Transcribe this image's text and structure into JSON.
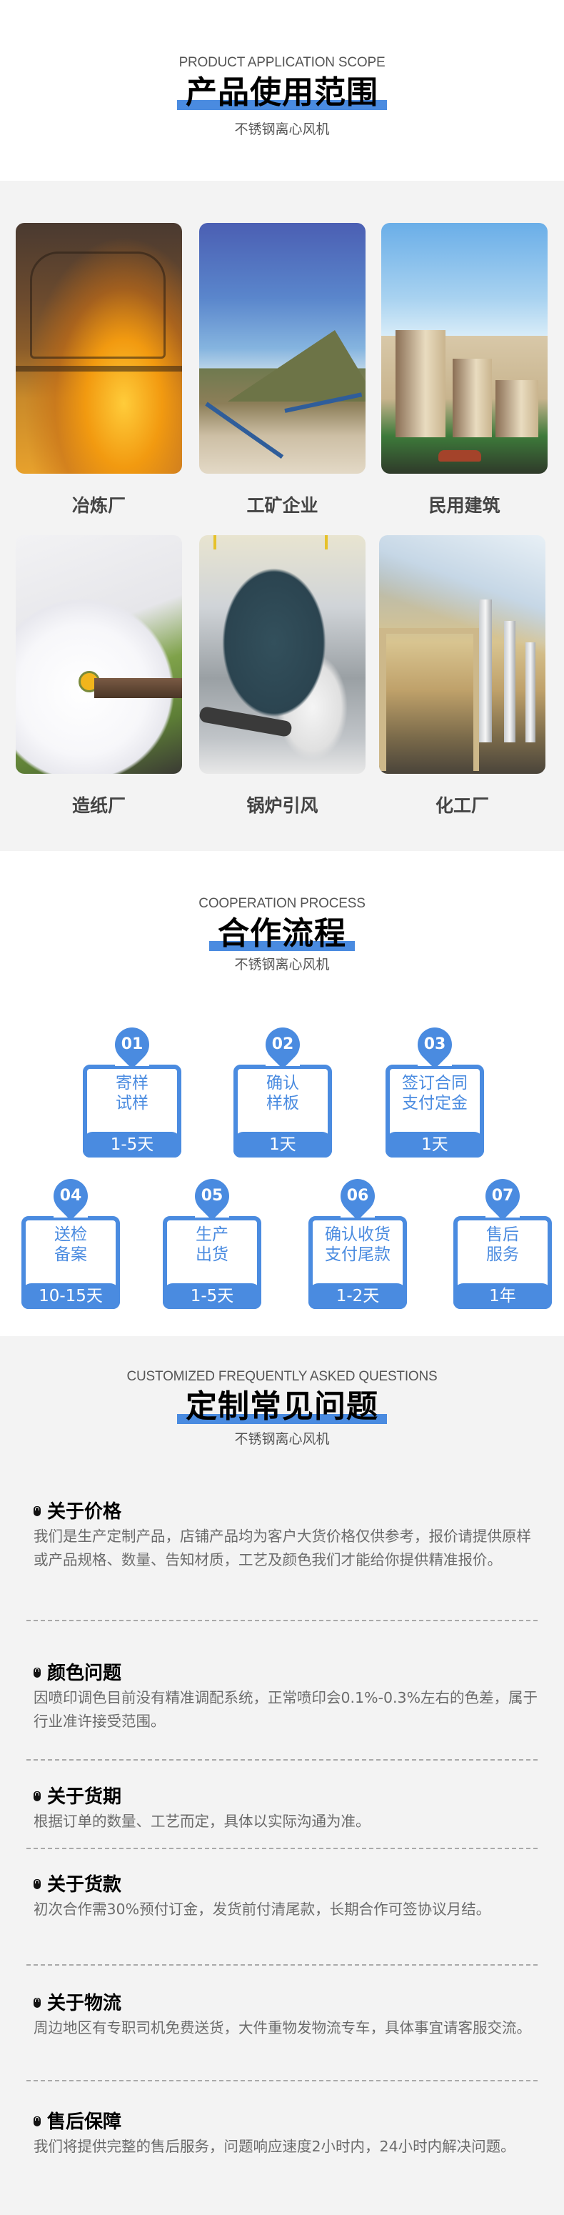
{
  "scope": {
    "en_title": "PRODUCT APPLICATION SCOPE",
    "title": "产品使用范围",
    "subtitle": "不锈钢离心风机",
    "applications": [
      {
        "label": "冶炼厂",
        "image": "smelter-photo"
      },
      {
        "label": "工矿企业",
        "image": "mining-photo"
      },
      {
        "label": "民用建筑",
        "image": "residential-building-photo"
      },
      {
        "label": "造纸厂",
        "image": "paper-mill-photo"
      },
      {
        "label": "锅炉引风",
        "image": "boiler-draft-photo"
      },
      {
        "label": "化工厂",
        "image": "chemical-plant-photo"
      }
    ]
  },
  "process": {
    "en_title": "COOPERATION PROCESS",
    "title": "合作流程",
    "subtitle": "不锈钢离心风机",
    "steps": [
      {
        "num": "01",
        "line1": "寄样",
        "line2": "试样",
        "duration": "1-5天"
      },
      {
        "num": "02",
        "line1": "确认",
        "line2": "样板",
        "duration": "1天"
      },
      {
        "num": "03",
        "line1": "签订合同",
        "line2": "支付定金",
        "duration": "1天"
      },
      {
        "num": "04",
        "line1": "送检",
        "line2": "备案",
        "duration": "10-15天"
      },
      {
        "num": "05",
        "line1": "生产",
        "line2": "出货",
        "duration": "1-5天"
      },
      {
        "num": "06",
        "line1": "确认收货",
        "line2": "支付尾款",
        "duration": "1-2天"
      },
      {
        "num": "07",
        "line1": "售后",
        "line2": "服务",
        "duration": "1年"
      }
    ]
  },
  "faq": {
    "en_title": "CUSTOMIZED FREQUENTLY ASKED QUESTIONS",
    "title": "定制常见问题",
    "subtitle": "不锈钢离心风机",
    "items": [
      {
        "q": "关于价格",
        "a": "我们是生产定制产品，店铺产品均为客户大货价格仅供参考，报价请提供原样或产品规格、数量、告知材质，工艺及颜色我们才能给你提供精准报价。"
      },
      {
        "q": "颜色问题",
        "a": "因喷印调色目前没有精准调配系统，正常喷印会0.1%-0.3%左右的色差，属于行业准许接受范围。"
      },
      {
        "q": "关于货期",
        "a": "根据订单的数量、工艺而定，具体以实际沟通为准。"
      },
      {
        "q": "关于货款",
        "a": "初次合作需30%预付订金，发货前付清尾款，长期合作可签协议月结。"
      },
      {
        "q": "关于物流",
        "a": "周边地区有专职司机免费送货，大件重物发物流专车，具体事宜请客服交流。"
      },
      {
        "q": "售后保障",
        "a": "我们将提供完整的售后服务，问题响应速度2小时内，24小时内解决问题。"
      }
    ]
  },
  "colors": {
    "accent": "#4a8be0",
    "section_gray": "#f3f3f3",
    "heading": "#000000",
    "body_text": "#6b6b6b"
  }
}
